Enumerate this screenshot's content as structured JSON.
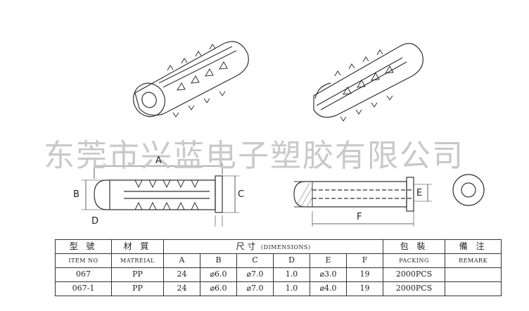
{
  "watermark": "东莞市兴蓝电子塑胶有限公司",
  "dimension_letters": {
    "a": "A",
    "b": "B",
    "c": "C",
    "d": "D",
    "e": "E",
    "f": "F"
  },
  "table": {
    "headers": {
      "model_cn": "型 號",
      "model_en": "ITEM NO",
      "material_cn": "材 質",
      "material_en": "MATREIAL",
      "dimensions_cn": "尺寸",
      "dimensions_en": "(DIMENSIONS)",
      "packing_cn": "包 裝",
      "packing_en": "PACKING",
      "remark_cn": "備 注",
      "remark_en": "REMARK"
    },
    "dimension_columns": [
      "A",
      "B",
      "C",
      "D",
      "E",
      "F"
    ],
    "rows": [
      {
        "item": "067",
        "material": "PP",
        "a": "24",
        "b": "⌀6.0",
        "c": "⌀7.0",
        "d": "1.0",
        "e": "⌀3.0",
        "f": "19",
        "packing": "2000PCS",
        "remark": ""
      },
      {
        "item": "067-1",
        "material": "PP",
        "a": "24",
        "b": "⌀6.0",
        "c": "⌀7.0",
        "d": "1.0",
        "e": "⌀4.0",
        "f": "19",
        "packing": "2000PCS",
        "remark": ""
      }
    ]
  }
}
